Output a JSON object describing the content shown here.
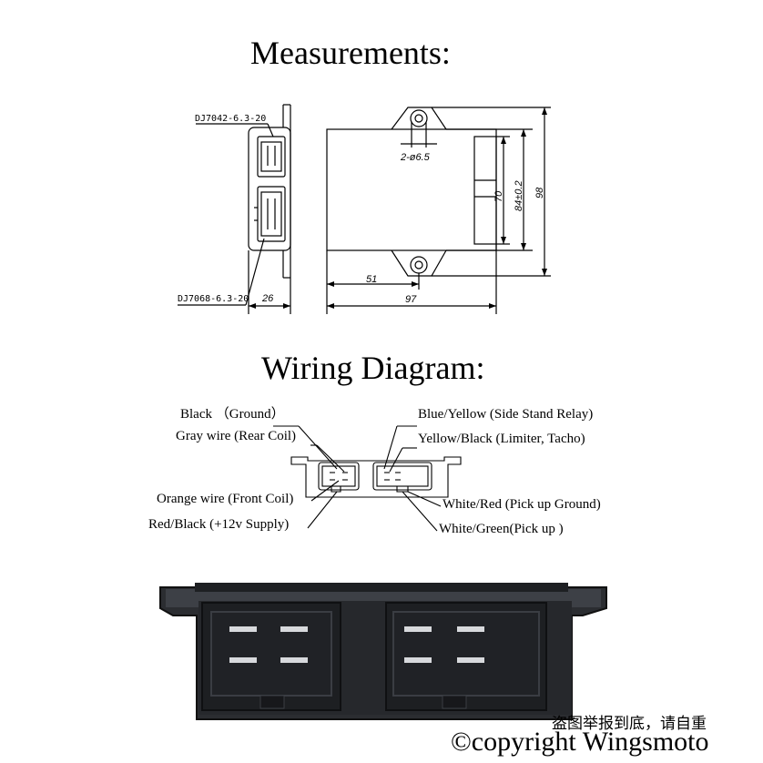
{
  "measurements": {
    "title": "Measurements:",
    "part_top": "DJ7042-6.3-20",
    "part_bottom": "DJ7068-6.3-20",
    "dim_side_width": "26",
    "dim_hole": "2-ø6.5",
    "dim_51": "51",
    "dim_97": "97",
    "dim_70": "70",
    "dim_84": "84±0.2",
    "dim_98": "98"
  },
  "wiring": {
    "title": "Wiring Diagram:",
    "left_labels": [
      "Black （Ground）",
      "Gray wire (Rear Coil)",
      "Orange wire (Front Coil)",
      "Red/Black (+12v Supply)"
    ],
    "right_labels": [
      "Blue/Yellow (Side Stand Relay)",
      "Yellow/Black (Limiter, Tacho)",
      "White/Red (Pick up Ground)",
      "White/Green(Pick up )"
    ]
  },
  "watermark": "盗图举报到底，请自重",
  "copyright": "©copyright Wingsmoto"
}
